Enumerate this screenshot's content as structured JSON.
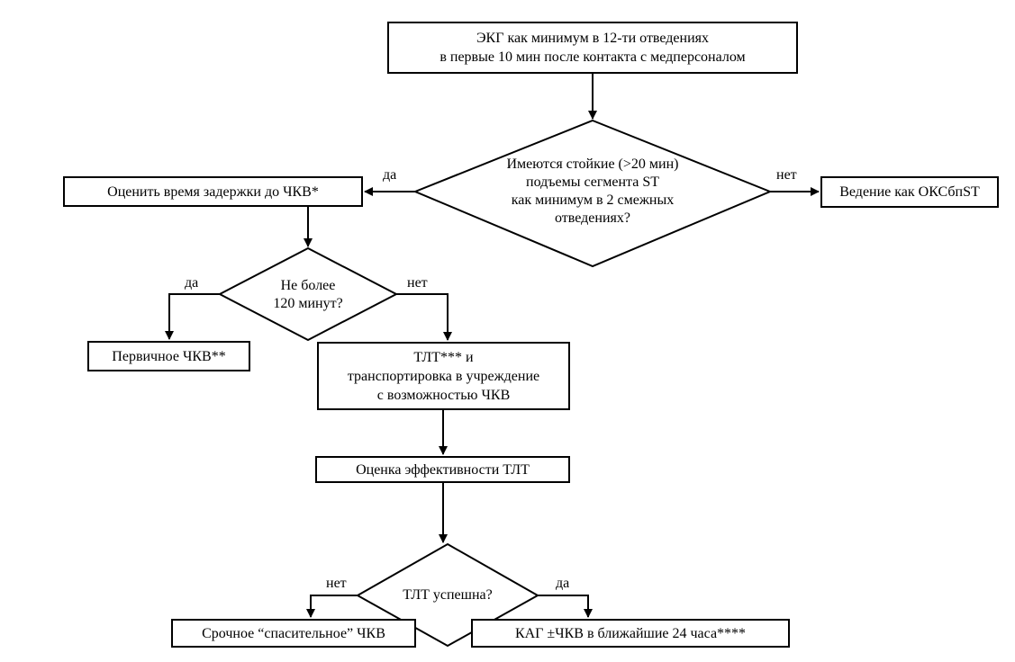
{
  "diagram": {
    "nodes": {
      "ecg": {
        "lines": [
          "ЭКГ как минимум в 12-ти отведениях",
          "в первые 10 мин после контакта с медперсоналом"
        ]
      },
      "st_decision": {
        "lines": [
          "Имеются стойкие (>20 мин)",
          "подъемы сегмента ST",
          "как минимум в 2 смежных",
          "отведениях?"
        ]
      },
      "assess_delay": {
        "lines": [
          "Оценить время задержки до ЧКВ*"
        ]
      },
      "nstemi": {
        "lines": [
          "Ведение как ОКСбпST"
        ]
      },
      "time_decision": {
        "lines": [
          "Не более",
          "120 минут?"
        ]
      },
      "primary_pci": {
        "lines": [
          "Первичное  ЧКВ**"
        ]
      },
      "tlt_transport": {
        "lines": [
          "ТЛТ*** и",
          "транспортировка в учреждение",
          "с возможностью ЧКВ"
        ]
      },
      "tlt_assess": {
        "lines": [
          "Оценка эффективности ТЛТ"
        ]
      },
      "tlt_decision": {
        "lines": [
          "ТЛТ успешна?"
        ]
      },
      "rescue_pci": {
        "lines": [
          "Срочное “спасительное” ЧКВ"
        ]
      },
      "kag": {
        "lines": [
          "КАГ ±ЧКВ в ближайшие 24 часа****"
        ]
      }
    },
    "edge_labels": {
      "st_yes": "да",
      "st_no": "нет",
      "time_yes": "да",
      "time_no": "нет",
      "tlt_no": "нет",
      "tlt_yes": "да"
    }
  }
}
